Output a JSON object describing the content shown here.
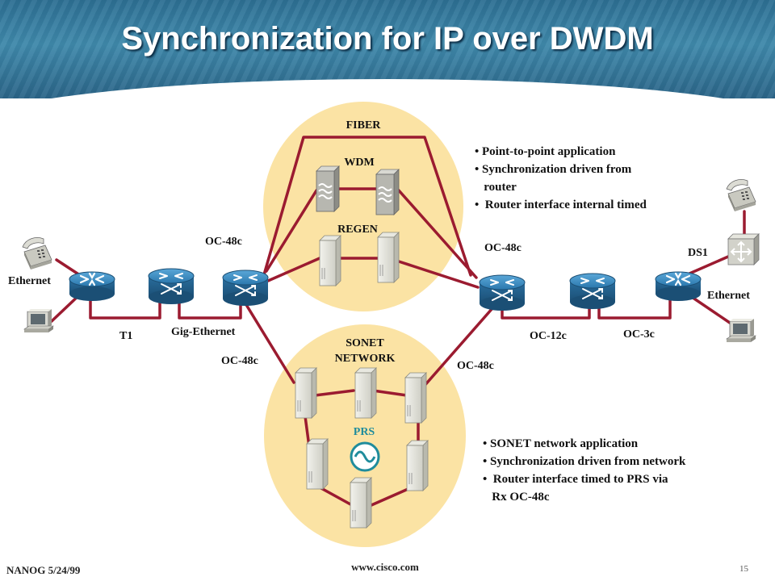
{
  "title": "Synchronization for IP over DWDM",
  "labels": {
    "fiber": "FIBER",
    "wdm": "WDM",
    "regen": "REGEN",
    "sonet_network_line1": "SONET",
    "sonet_network_line2": "NETWORK",
    "prs": "PRS",
    "oc48c_left_top": "OC-48c",
    "oc48c_left_bottom": "OC-48c",
    "oc48c_right_top": "OC-48c",
    "oc48c_right_bottom": "OC-48c",
    "ethernet_left": "Ethernet",
    "ethernet_right": "Ethernet",
    "t1": "T1",
    "gig_ethernet": "Gig-Ethernet",
    "oc12c": "OC-12c",
    "oc3c": "OC-3c",
    "ds1": "DS1"
  },
  "bullets_top": [
    "• Point-to-point application",
    "• Synchronization driven from",
    "   router",
    "•  Router interface internal timed"
  ],
  "bullets_bottom": [
    "• SONET network application",
    "• Synchronization driven from network",
    "•  Router interface timed to PRS via",
    "   Rx OC-48c"
  ],
  "footer": {
    "left": "NANOG 5/24/99",
    "center": "www.cisco.com",
    "page": "15"
  },
  "colors": {
    "link": "#9b1b30",
    "cloud": "#fbe3a4",
    "router": "#2f7fb5",
    "header": "#3a7fa3"
  },
  "icons": [
    "telephone-icon",
    "computer-icon",
    "router-icon",
    "switch-router-icon",
    "wdm-icon",
    "regen-icon",
    "sonet-node-icon",
    "prs-clock-icon",
    "pbx-icon"
  ]
}
